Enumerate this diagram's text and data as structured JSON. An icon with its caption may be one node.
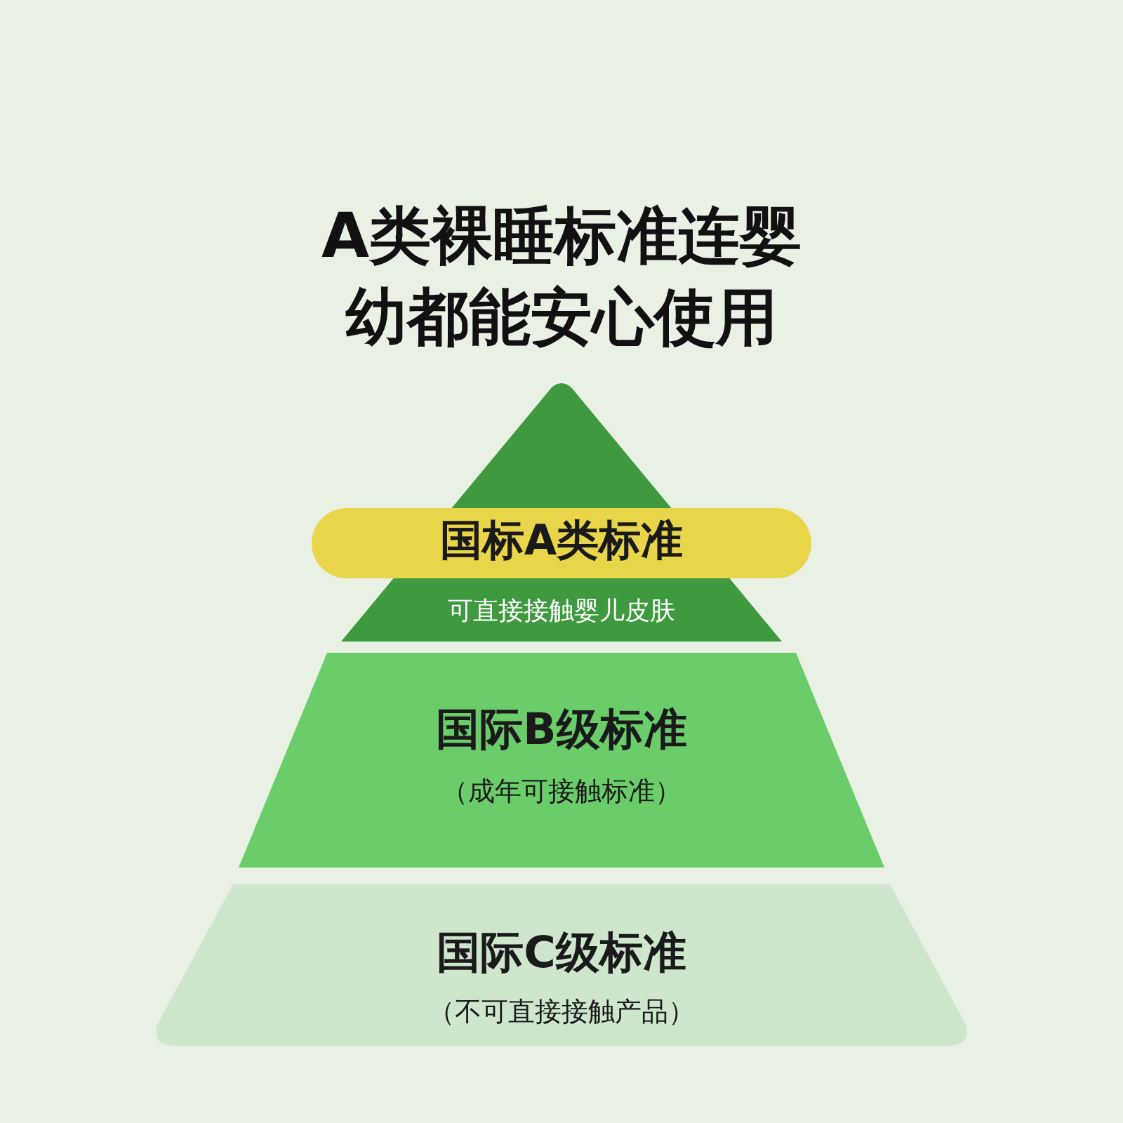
{
  "diagram": {
    "title": "A类裸睡标准连婴幼都能安心使用",
    "nodes": [
      {
        "text": [
          "国标A类标准"
        ]
      },
      {
        "text": [
          "可直接接触婴儿皮肤"
        ]
      },
      {
        "text": [
          "国际B级标准",
          "（成年可接触标准）"
        ]
      },
      {
        "text": [
          "国际C级标准",
          "（不可直接接触产品）"
        ]
      }
    ],
    "edges": []
  }
}
